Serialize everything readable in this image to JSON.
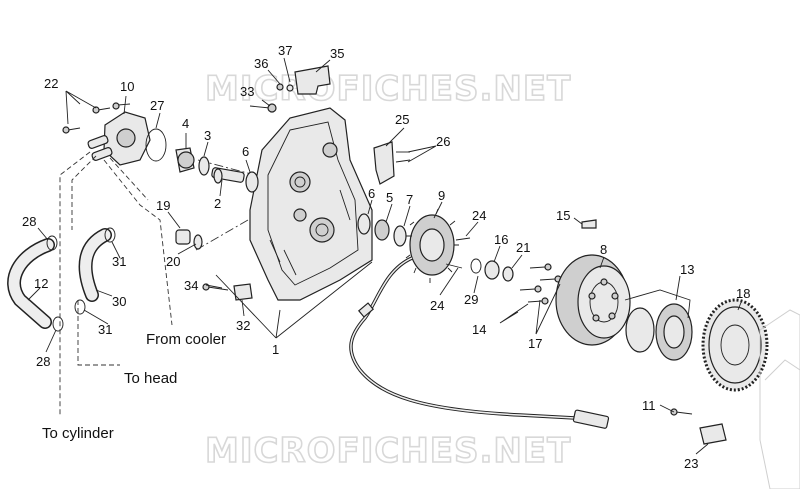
{
  "watermark": {
    "top": "MICROFICHES.NET",
    "bottom": "MICROFICHES.NET"
  },
  "labels": {
    "from_cooler": "From cooler",
    "to_head": "To head",
    "to_cylinder": "To cylinder"
  },
  "callouts": {
    "p1": "1",
    "p2": "2",
    "p3": "3",
    "p4": "4",
    "p5": "5",
    "p6a": "6",
    "p6b": "6",
    "p7": "7",
    "p8": "8",
    "p9": "9",
    "p10": "10",
    "p11": "11",
    "p12": "12",
    "p13": "13",
    "p14": "14",
    "p15": "15",
    "p16": "16",
    "p17": "17",
    "p18": "18",
    "p19": "19",
    "p20": "20",
    "p21": "21",
    "p22": "22",
    "p23": "23",
    "p24a": "24",
    "p24b": "24",
    "p25": "25",
    "p26": "26",
    "p27": "27",
    "p28a": "28",
    "p28b": "28",
    "p29": "29",
    "p30": "30",
    "p31a": "31",
    "p31b": "31",
    "p32": "32",
    "p33": "33",
    "p34": "34",
    "p35": "35",
    "p36": "36",
    "p37": "37"
  }
}
